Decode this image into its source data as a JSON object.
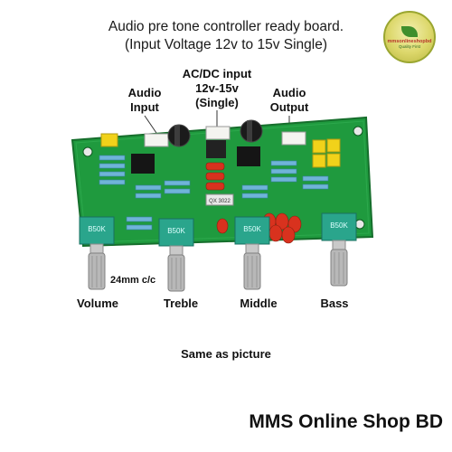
{
  "title": {
    "line1": "Audio pre tone controller ready board.",
    "line2": "(Input Voltage 12v to 15v Single)"
  },
  "labels": {
    "audio_input": [
      "Audio",
      "Input"
    ],
    "acdc_input": [
      "AC/DC input",
      "12v-15v",
      "(Single)"
    ],
    "audio_output": [
      "Audio",
      "Output"
    ],
    "spacing": "24mm c/c",
    "knobs": [
      "Volume",
      "Treble",
      "Middle",
      "Bass"
    ],
    "same_as_picture": "Same as picture"
  },
  "board": {
    "pot_markings": [
      "B50K",
      "B50K",
      "B50K",
      "B50K"
    ],
    "chip_marking": "QX 3022"
  },
  "logo": {
    "line1": "mmsonlineshopbd",
    "line2": "Quality First"
  },
  "footer": {
    "shop_name": "MMS Online Shop BD"
  },
  "colors": {
    "pcb": "#1f9a3e",
    "knob_shaft": "#b8b8b8",
    "pot_body": "#2aa58c",
    "capacitor_red": "#d8321e",
    "capacitor_yellow": "#f1d21a"
  }
}
